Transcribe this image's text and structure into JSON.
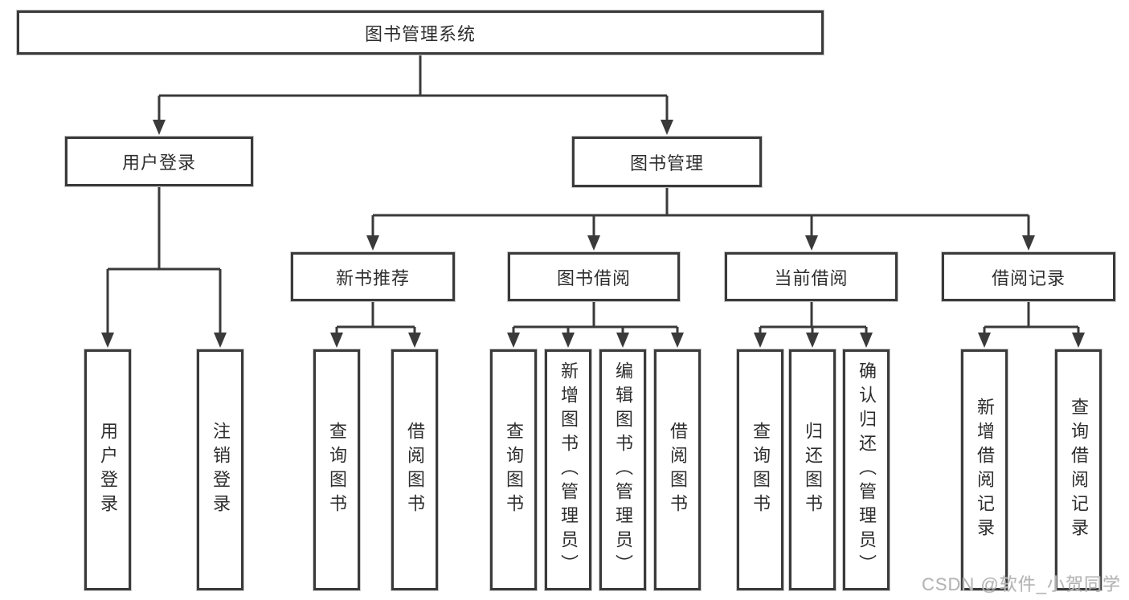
{
  "tree": {
    "root": {
      "label": "图书管理系统"
    },
    "children": [
      {
        "label": "用户登录",
        "children": [
          {
            "label": "用户登录"
          },
          {
            "label": "注销登录"
          }
        ]
      },
      {
        "label": "图书管理",
        "children": [
          {
            "label": "新书推荐",
            "children": [
              {
                "label": "查询图书"
              },
              {
                "label": "借阅图书"
              }
            ]
          },
          {
            "label": "图书借阅",
            "children": [
              {
                "label": "查询图书"
              },
              {
                "label": "新增图书（管理员）"
              },
              {
                "label": "编辑图书（管理员）"
              },
              {
                "label": "借阅图书"
              }
            ]
          },
          {
            "label": "当前借阅",
            "children": [
              {
                "label": "查询图书"
              },
              {
                "label": "归还图书"
              },
              {
                "label": "确认归还（管理员）"
              }
            ]
          },
          {
            "label": "借阅记录",
            "children": [
              {
                "label": "新增借阅记录"
              },
              {
                "label": "查询借阅记录"
              }
            ]
          }
        ]
      }
    ]
  },
  "watermark": {
    "text": "CSDN @软件_小贺同学"
  },
  "colors": {
    "line": "#3a3a3a",
    "box_border": "#3a3a3a",
    "text": "#2e2e2e",
    "watermark": "#b5b5b5",
    "background": "#ffffff"
  }
}
